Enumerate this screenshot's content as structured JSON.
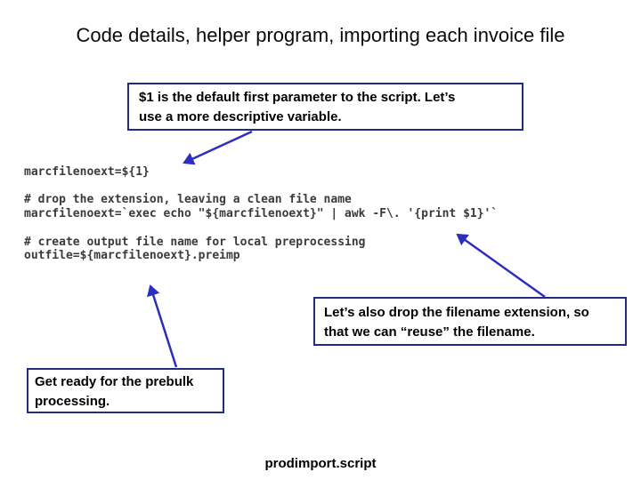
{
  "slide": {
    "title": "Code details, helper program, importing each invoice file",
    "footer": "prodimport.script",
    "code_text": "marcfilenoext=${1}\n\n# drop the extension, leaving a clean file name\nmarcfilenoext=`exec echo \"${marcfilenoext}\" | awk -F\\. '{print $1}'`\n\n# create output file name for local preprocessing\noutfile=${marcfilenoext}.preimp",
    "callouts": [
      {
        "lines": [
          "$1 is the default first parameter to the script. Let’s",
          "use a more descriptive variable."
        ]
      },
      {
        "lines": [
          "Let’s also drop the filename extension, so",
          "that we can “reuse” the filename."
        ]
      },
      {
        "lines": [
          "Get ready for the prebulk",
          "processing."
        ]
      }
    ],
    "colors": {
      "box_border": "#232a80",
      "arrow": "#2d2dc0",
      "code_text": "#3a3a3a"
    }
  }
}
